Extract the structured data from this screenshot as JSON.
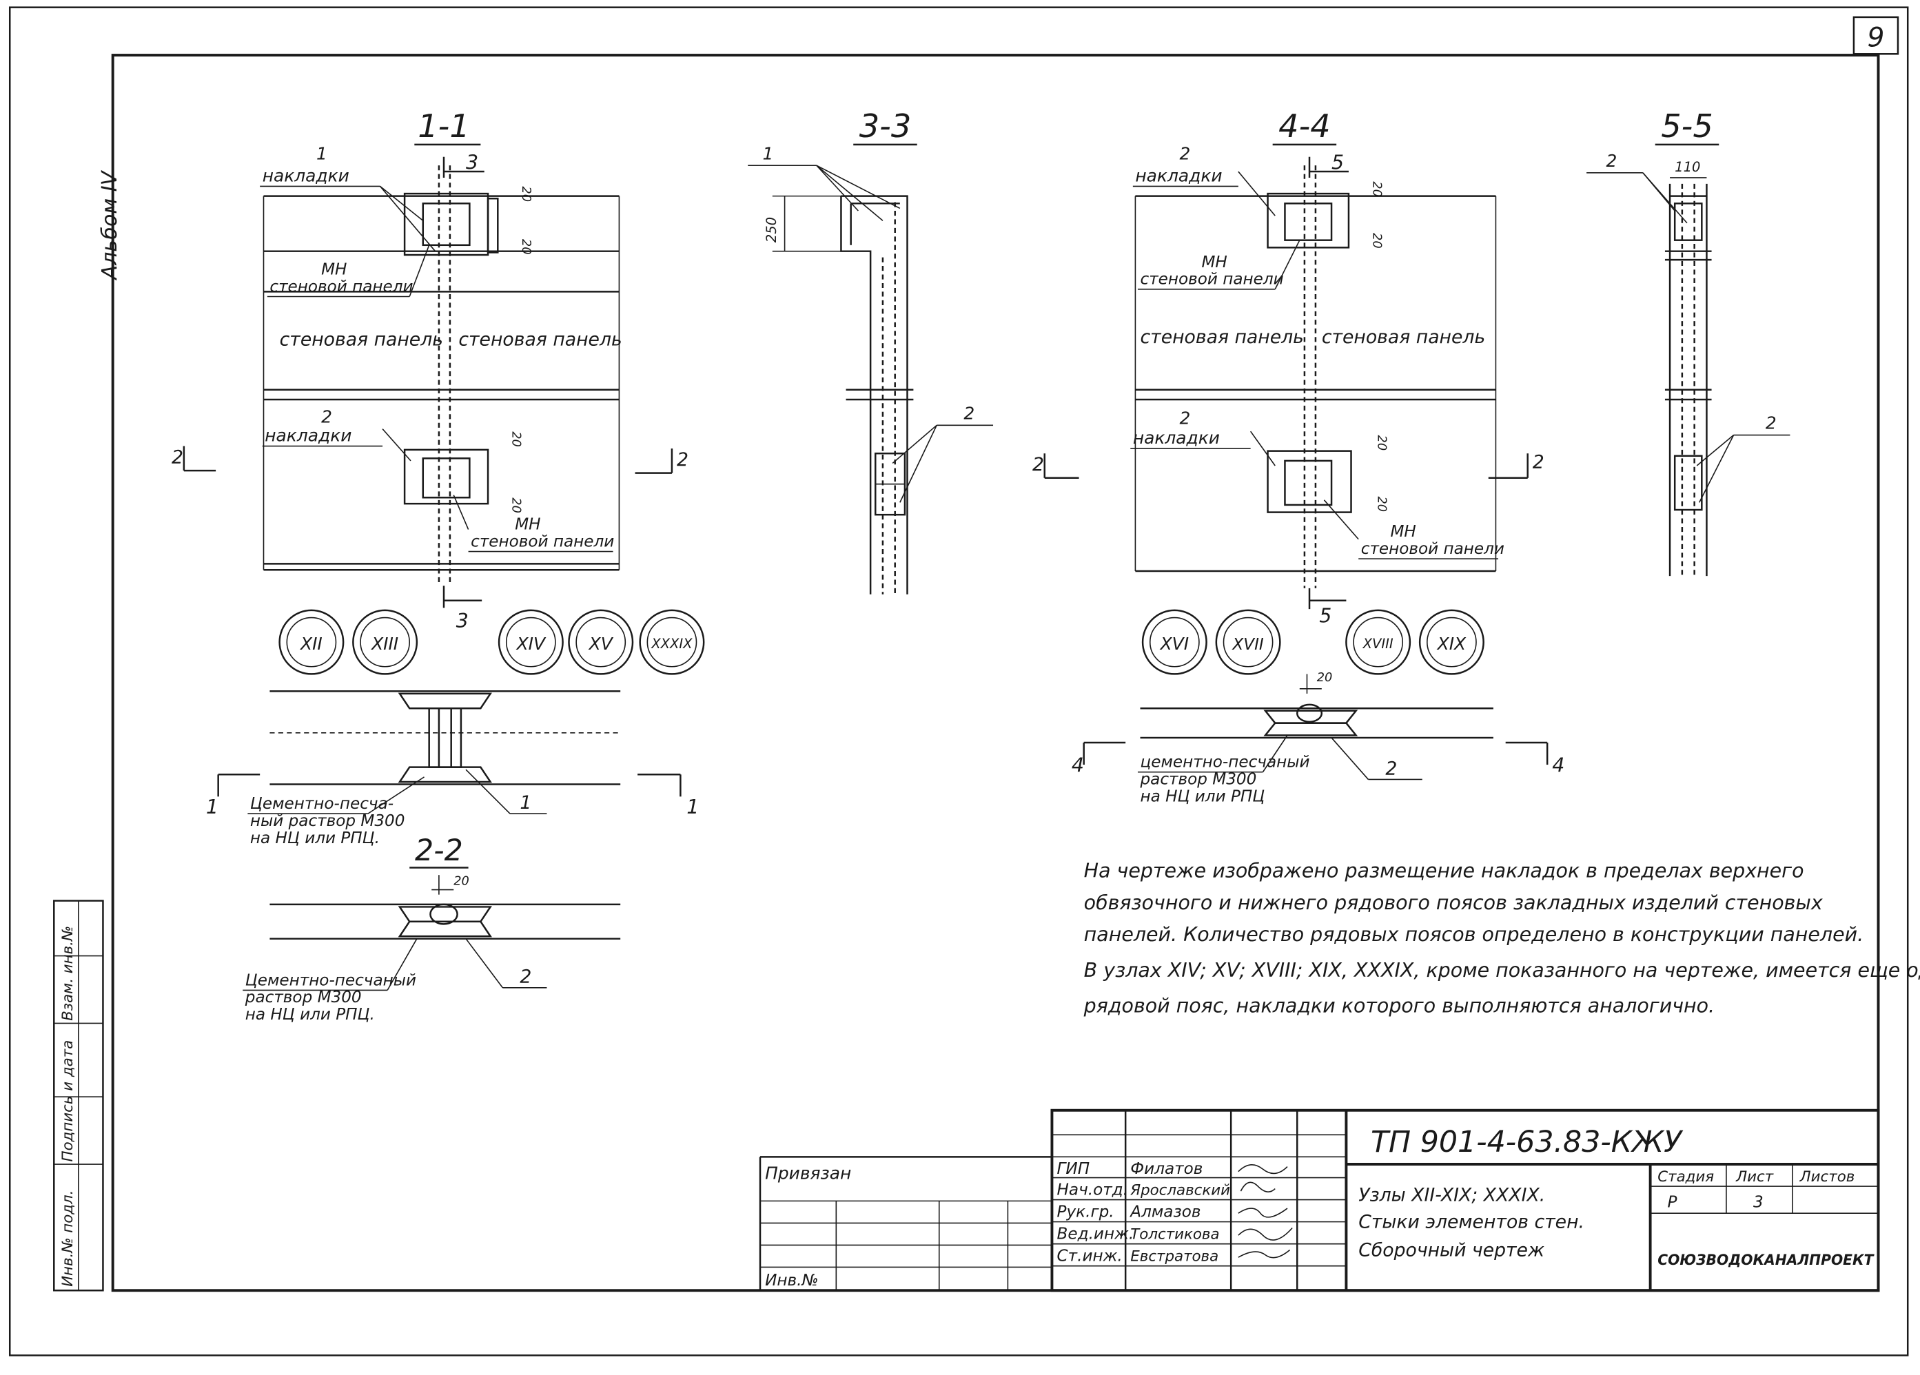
{
  "sheet": {
    "page_number": "9",
    "album_label": "Альбом IV"
  },
  "sections": {
    "s11": {
      "title": "1-1",
      "cut_top": "3",
      "cut_bottom": "3",
      "left_marker": "2",
      "right_marker": "2"
    },
    "s33": {
      "title": "3-3"
    },
    "s44": {
      "title": "4-4",
      "cut_top": "5",
      "cut_bottom": "5",
      "left_marker": "2",
      "right_marker": "2"
    },
    "s55": {
      "title": "5-5"
    },
    "s22": {
      "title": "2-2"
    }
  },
  "labels": {
    "pad1_num": "1",
    "pad1_text": "накладки",
    "mn_top": "МН",
    "mn_top_sub": "стеновой панели",
    "wall_panel": "стеновая панель",
    "pad2_num": "2",
    "pad2_text": "накладки",
    "mn_bottom": "МН",
    "mn_bottom_sub": "стеновой панели",
    "pad3_num": "2",
    "pad3_text": "накладки",
    "mn3": "МН",
    "mn3_sub": "стеновой панели",
    "pad4_num": "2",
    "pad4_text": "накладки",
    "mn4": "МН",
    "mn4_sub": "стеновой панели",
    "s33_lead1": "1",
    "s33_lead2": "2",
    "s33_dim": "250",
    "s55_lead1": "2",
    "s55_lead2": "2",
    "s55_dim": "110",
    "dim_20": "20",
    "mortar_11_line1": "Цементно-песча-",
    "mortar_11_line2": "ный раствор М300",
    "mortar_11_line3": "на НЦ или РПЦ.",
    "lead_11": "1",
    "mark_11_left": "1",
    "mark_11_right": "1",
    "mortar_22_line1": "Цементно-песчаный",
    "mortar_22_line2": "раствор М300",
    "mortar_22_line3": "на НЦ или РПЦ.",
    "lead_22": "2",
    "mortar_44_line1": "цементно-песчаный",
    "mortar_44_line2": "раствор М300",
    "mortar_44_line3": "на НЦ или РПЦ",
    "lead_44": "2",
    "mark_44_left": "4",
    "mark_44_right": "4"
  },
  "nodes": {
    "group1": [
      "XII",
      "XIII"
    ],
    "group2": [
      "XIV",
      "XV",
      "XXXIX"
    ],
    "group3": [
      "XVI",
      "XVII"
    ],
    "group4": [
      "XVIII",
      "XIX"
    ]
  },
  "note": {
    "lines": [
      "На чертеже изображено размещение накладок в пределах верхнего",
      "обвязочного и нижнего рядового поясов закладных изделий стеновых",
      "панелей. Количество рядовых поясов определено в конструкции панелей.",
      "В узлах XIV; XV; XVIII; XIX, XXXIX, кроме показанного на чертеже, имеется еще один",
      "рядовой пояс, накладки которого выполняются аналогично."
    ]
  },
  "stamp": {
    "code": "ТП 901-4-63.83-КЖУ",
    "title_line1": "Узлы XII-XIX; XXXIX.",
    "title_line2": "Стыки элементов стен.",
    "title_line3": "Сборочный чертеж",
    "attached": "Привязан",
    "inv_no": "Инв.№",
    "stage_h": "Стадия",
    "sheet_h": "Лист",
    "sheets_h": "Листов",
    "stage": "Р",
    "sheet": "3",
    "org": "СОЮЗВОДОКАНАЛПРОЕКТ",
    "roles": [
      {
        "role": "ГИП",
        "name": "Филатов"
      },
      {
        "role": "Нач.отд.",
        "name": "Ярославский"
      },
      {
        "role": "Рук.гр.",
        "name": "Алмазов"
      },
      {
        "role": "Вед.инж.",
        "name": "Толстикова"
      },
      {
        "role": "Ст.инж.",
        "name": "Евстратова"
      }
    ]
  },
  "side_stamp": [
    "Инв.№ подл.",
    "Подпись и дата",
    "Взам. инв.№"
  ]
}
